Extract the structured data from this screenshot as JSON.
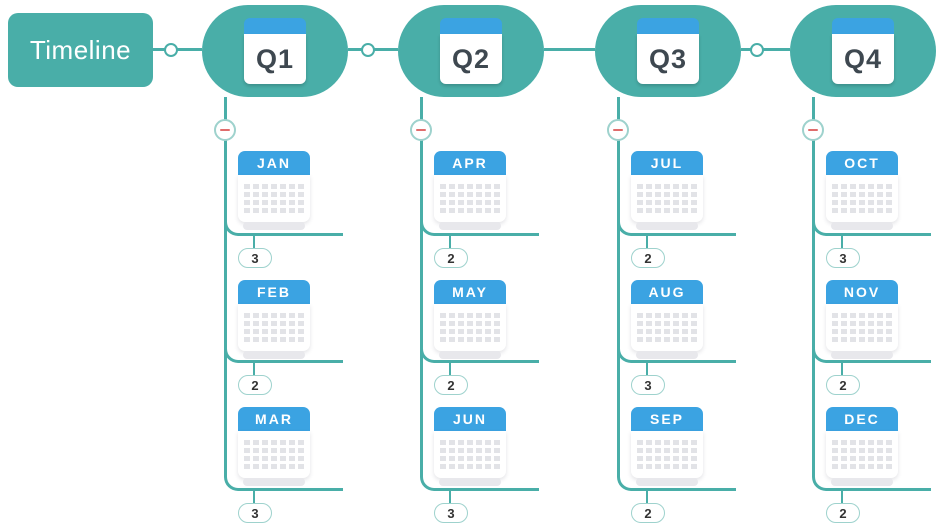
{
  "title": "Timeline",
  "quarters": [
    {
      "label": "Q1",
      "months": [
        {
          "label": "JAN",
          "count": "3"
        },
        {
          "label": "FEB",
          "count": "2"
        },
        {
          "label": "MAR",
          "count": "3"
        }
      ]
    },
    {
      "label": "Q2",
      "months": [
        {
          "label": "APR",
          "count": "2"
        },
        {
          "label": "MAY",
          "count": "2"
        },
        {
          "label": "JUN",
          "count": "3"
        }
      ]
    },
    {
      "label": "Q3",
      "months": [
        {
          "label": "JUL",
          "count": "2"
        },
        {
          "label": "AUG",
          "count": "3"
        },
        {
          "label": "SEP",
          "count": "2"
        }
      ]
    },
    {
      "label": "Q4",
      "months": [
        {
          "label": "OCT",
          "count": "3"
        },
        {
          "label": "NOV",
          "count": "2"
        },
        {
          "label": "DEC",
          "count": "2"
        }
      ]
    }
  ],
  "icons": [
    "calendar-icon",
    "minus-icon",
    "connector-dot-icon"
  ],
  "colors": {
    "teal": "#49AEA8",
    "calendar_blue": "#3BA3E2",
    "minus_red": "#E06C6C",
    "light_teal_border": "#9ED2CD",
    "quarter_text": "#3E4850"
  }
}
